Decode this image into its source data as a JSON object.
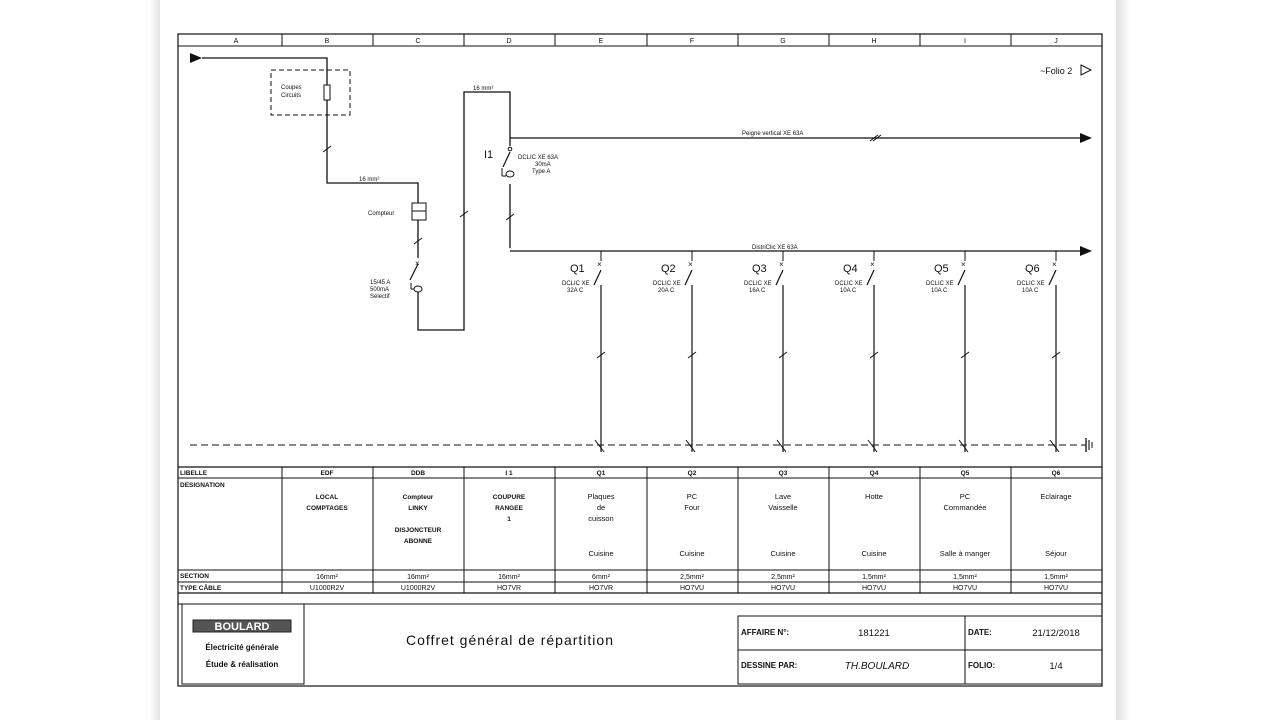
{
  "columns": [
    "A",
    "B",
    "C",
    "D",
    "E",
    "F",
    "G",
    "H",
    "I",
    "J"
  ],
  "folio_ref": "~Folio 2",
  "labels": {
    "coupe_circuits": [
      "Coupes",
      "Circuits"
    ],
    "cable_16_left": "16 mm²",
    "cable_16_top": "16 mm²",
    "compteur": "Compteur",
    "ddb": [
      "15/45 A",
      "500mA",
      "Sélectif"
    ],
    "i1_tag": "I1",
    "i1_spec": [
      "DCLIC XE 63A",
      "30mA",
      "Type A"
    ],
    "peigne": "Peigne vertical XE 63A",
    "districlic": "DistriClic XE 63A"
  },
  "breakers": [
    {
      "tag": "Q1",
      "spec": [
        "DCLIC XE",
        "32A C"
      ]
    },
    {
      "tag": "Q2",
      "spec": [
        "DCLIC XE",
        "20A C"
      ]
    },
    {
      "tag": "Q3",
      "spec": [
        "DCLIC XE",
        "16A C"
      ]
    },
    {
      "tag": "Q4",
      "spec": [
        "DCLIC XE",
        "10A C"
      ]
    },
    {
      "tag": "Q5",
      "spec": [
        "DCLIC XE",
        "10A C"
      ]
    },
    {
      "tag": "Q6",
      "spec": [
        "DCLIC XE",
        "10A C"
      ]
    }
  ],
  "table": {
    "row_headers": {
      "libelle": "LIBELLE",
      "designation": "DESIGNATION",
      "section": "SECTION",
      "cable": "TYPE CÂBLE"
    },
    "libelle": [
      "EDF",
      "DDB",
      "I 1",
      "Q1",
      "Q2",
      "Q3",
      "Q4",
      "Q5",
      "Q6"
    ],
    "designation": [
      [
        "LOCAL",
        "COMPTAGES"
      ],
      [
        "Compteur",
        "LINKY",
        "",
        "DISJONCTEUR",
        "ABONNE"
      ],
      [
        "COUPURE",
        "RANGEE",
        "1"
      ],
      [
        "Plaques",
        "de",
        "cuisson"
      ],
      [
        "PC",
        "Four"
      ],
      [
        "Lave",
        "Vaisselle"
      ],
      [
        "Hotte"
      ],
      [
        "PC",
        "Commandée"
      ],
      [
        "Eclairage"
      ]
    ],
    "location": [
      "",
      "",
      "",
      "Cuisine",
      "Cuisine",
      "Cuisine",
      "Cuisine",
      "Salle à manger",
      "Séjour"
    ],
    "section": [
      "16mm²",
      "16mm²",
      "16mm²",
      "6mm²",
      "2,5mm²",
      "2,5mm²",
      "1,5mm²",
      "1,5mm²",
      "1,5mm²"
    ],
    "cable": [
      "U1000R2V",
      "U1000R2V",
      "HO7VR",
      "HO7VR",
      "HO7VU",
      "HO7VU",
      "HO7VU",
      "HO7VU",
      "HO7VU"
    ]
  },
  "title_block": {
    "brand": "BOULARD",
    "tagline1": "Électricité générale",
    "tagline2": "Étude & réalisation",
    "title": "Coffret général de répartition",
    "affaire_label": "AFFAIRE N°:",
    "affaire_value": "181221",
    "date_label": "DATE:",
    "date_value": "21/12/2018",
    "dessine_label": "DESSINE PAR:",
    "dessine_value": "TH.BOULARD",
    "folio_label": "FOLIO:",
    "folio_value": "1/4"
  }
}
